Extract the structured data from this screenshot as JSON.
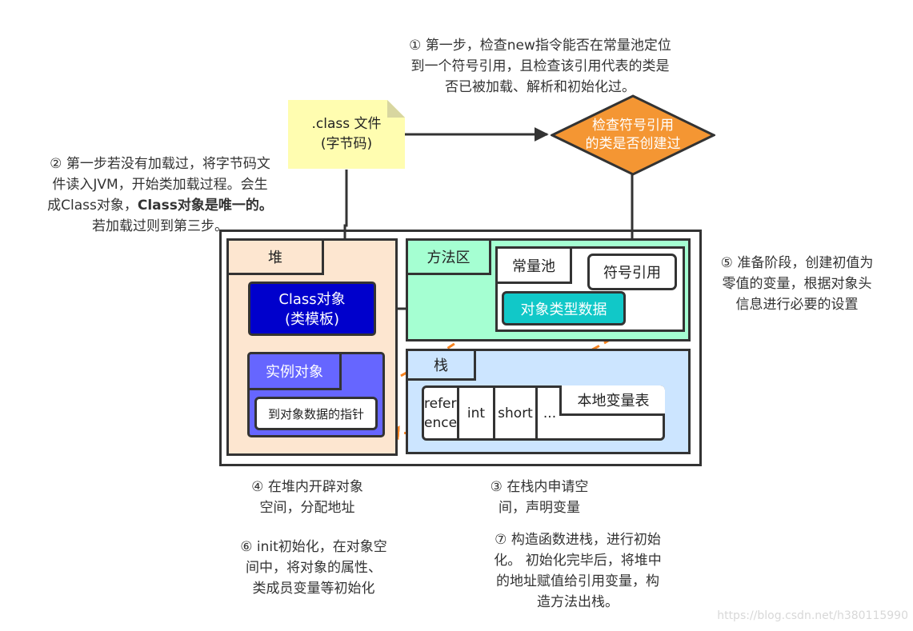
{
  "notes": {
    "step1": [
      "① 第一步，检查new指令能否在常量池定位",
      "到一个符号引用，且检查该引用代表的类是",
      "否已被加载、解析和初始化过。"
    ],
    "step2": [
      "② 第一步若没有加载过，将字节码文",
      "件读入JVM，开始类加载过程。会生",
      "成Class对象，",
      "Class对象是唯一的。",
      "若加载过则到第三步。"
    ],
    "step3": [
      "③ 在栈内申请空",
      "间，声明变量"
    ],
    "step4": [
      "④ 在堆内开辟对象",
      "空间，分配地址"
    ],
    "step5": [
      "⑤ 准备阶段，创建初值为",
      "零值的变量，根据对象头",
      "信息进行必要的设置"
    ],
    "step6": [
      "⑥ init初始化，在对象空",
      "间中，将对象的属性、",
      "类成员变量等初始化"
    ],
    "step7": [
      "⑦ 构造函数进栈，进行初始",
      "化。 初始化完毕后，将堆中",
      "的地址赋值给引用变量，构",
      "造方法出栈。"
    ]
  },
  "class_file": {
    "line1": ".class 文件",
    "line2": "(字节码)"
  },
  "decision": {
    "line1": "检查符号引用",
    "line2": "的类是否创建过"
  },
  "heap": {
    "title": "堆",
    "class_object": {
      "line1": "Class对象",
      "line2": "(类模板)"
    },
    "instance": {
      "title": "实例对象",
      "pointer": "到对象数据的指针"
    }
  },
  "method_area": {
    "title": "方法区",
    "constant_pool": "常量池",
    "symbol_ref": "符号引用",
    "object_type_data": "对象类型数据"
  },
  "stack": {
    "title": "栈",
    "cells": [
      "refer",
      "ence",
      "int",
      "short",
      "..."
    ],
    "local_var_table": "本地变量表"
  },
  "watermark": "https://blog.csdn.net/h380115990",
  "colors": {
    "note_bg": "#fffdb0",
    "decision": "#f49633",
    "heap_bg": "#fde6d0",
    "method_bg": "#a5ffd2",
    "stack_bg": "#cce5ff",
    "class_obj": "#0000cc",
    "instance": "#6666ff",
    "teal": "#11c8c8",
    "dashed": "#f58220"
  }
}
